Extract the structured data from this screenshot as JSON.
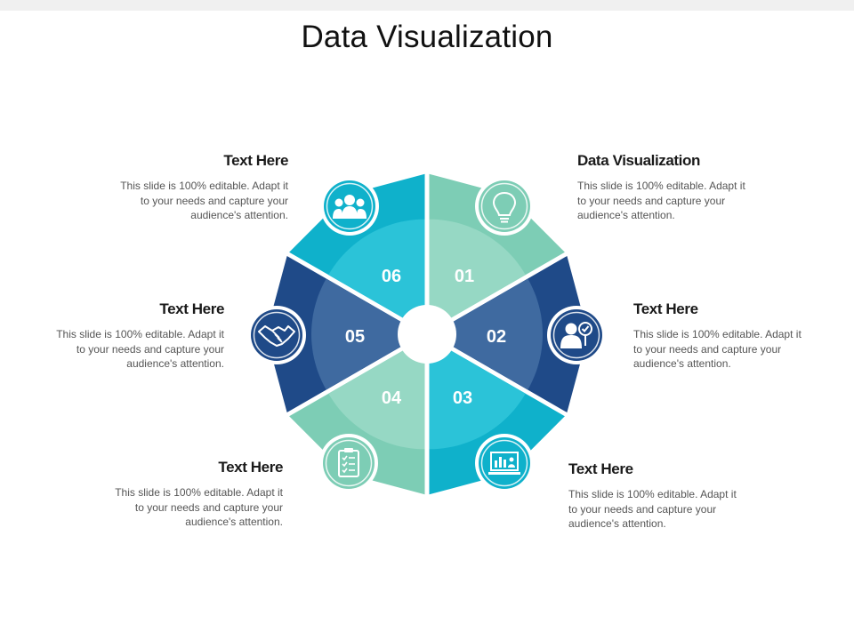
{
  "title": "Data Visualization",
  "colors": {
    "teal_light": "#7dcdb5",
    "teal_light_inner": "#96d8c4",
    "navy": "#1f4a88",
    "navy_inner": "#3f6aa0",
    "cyan": "#0fb1cb",
    "cyan_inner": "#2bc3d8",
    "background": "#ffffff"
  },
  "segments": [
    {
      "number": "01",
      "icon": "lightbulb-icon",
      "color": "#7dcdb5",
      "inner_color": "#96d8c4"
    },
    {
      "number": "02",
      "icon": "user-check-icon",
      "color": "#1f4a88",
      "inner_color": "#3f6aa0"
    },
    {
      "number": "03",
      "icon": "chart-presentation-icon",
      "color": "#0fb1cb",
      "inner_color": "#2bc3d8"
    },
    {
      "number": "04",
      "icon": "clipboard-checklist-icon",
      "color": "#7dcdb5",
      "inner_color": "#96d8c4"
    },
    {
      "number": "05",
      "icon": "handshake-icon",
      "color": "#1f4a88",
      "inner_color": "#3f6aa0"
    },
    {
      "number": "06",
      "icon": "team-icon",
      "color": "#0fb1cb",
      "inner_color": "#2bc3d8"
    }
  ],
  "blocks": [
    {
      "heading": "Data Visualization",
      "body": "This slide is 100% editable. Adapt it to your needs and capture your audience's attention."
    },
    {
      "heading": "Text Here",
      "body": "This slide is 100% editable. Adapt it to your needs and capture your audience's attention."
    },
    {
      "heading": "Text Here",
      "body": "This slide is 100% editable. Adapt it to your needs and capture your audience's attention."
    },
    {
      "heading": "Text Here",
      "body": "This slide is 100% editable. Adapt it to your needs and capture your audience's attention."
    },
    {
      "heading": "Text Here",
      "body": "This slide is 100% editable. Adapt it to your needs and capture your audience's attention."
    },
    {
      "heading": "Text Here",
      "body": "This slide is 100% editable. Adapt it to your needs and capture your audience's attention."
    }
  ]
}
